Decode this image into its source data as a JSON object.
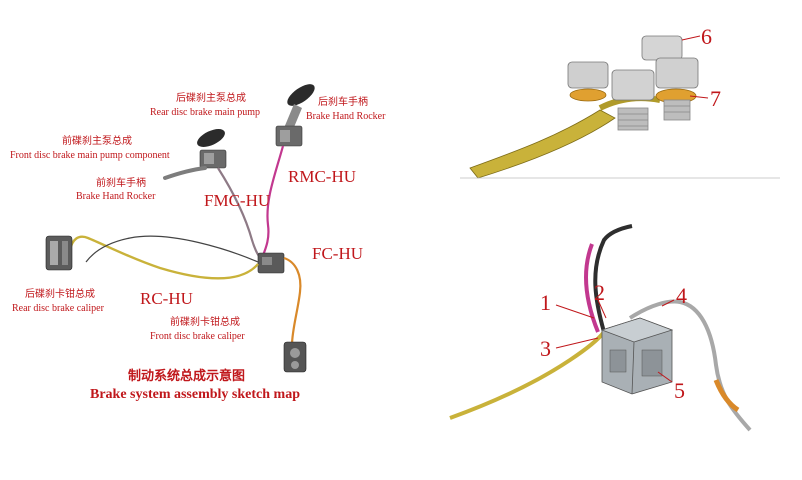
{
  "sketch": {
    "front_pump_zh": "前碟刹主泵总成",
    "front_pump_en": "Front disc brake main pump component",
    "front_rocker_zh": "前刹车手柄",
    "front_rocker_en": "Brake Hand Rocker",
    "rear_pump_zh": "后碟刹主泵总成",
    "rear_pump_en": "Rear disc brake main pump",
    "rear_rocker_zh": "后刹车手柄",
    "rear_rocker_en": "Brake Hand Rocker",
    "rear_caliper_zh": "后碟刹卡钳总成",
    "rear_caliper_en": "Rear disc brake caliper",
    "front_caliper_zh": "前碟刹卡钳总成",
    "front_caliper_en": "Front disc brake caliper",
    "fmc_hu": "FMC-HU",
    "rmc_hu": "RMC-HU",
    "fc_hu": "FC-HU",
    "rc_hu": "RC-HU",
    "title_zh": "制动系统总成示意图",
    "title_en": "Brake system assembly sketch map"
  },
  "callouts_top": [
    "6",
    "7"
  ],
  "callouts_bottom": [
    "1",
    "2",
    "3",
    "4",
    "5"
  ],
  "colors": {
    "label_red": "#c0171b",
    "hose_yellow": "#c9b23a",
    "hose_magenta": "#c2388f",
    "hose_orange": "#d9892a",
    "hose_gray": "#9a9a9a",
    "metal": "#bdbdbd"
  }
}
